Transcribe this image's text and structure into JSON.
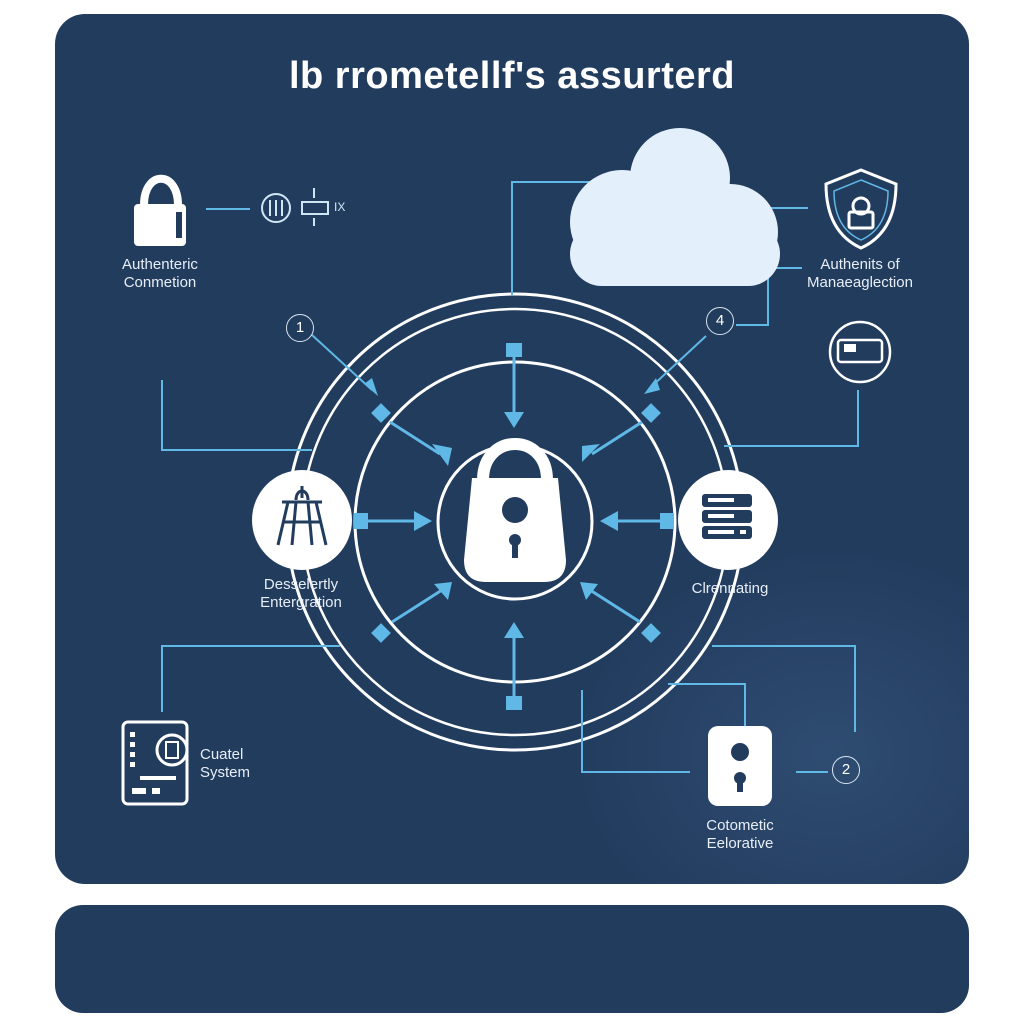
{
  "title": "lb rrometellf's assurterd",
  "nodes": {
    "top_left_label": [
      "Authenteric",
      "Conmetion"
    ],
    "top_right_label": [
      "Authenits of",
      "Manaeaglection"
    ],
    "left_label": [
      "Desselertly",
      "Entergration"
    ],
    "right_label": [
      "Clrennating"
    ],
    "bottom_left_label": [
      "Cuatel",
      "System"
    ],
    "bottom_right_label": [
      "Cotometic",
      "Eelorative"
    ]
  },
  "badges": [
    "1",
    "4",
    "2"
  ],
  "top_left_extra": "IX",
  "colors": {
    "panel": "#223c5e",
    "line": "#5fb8e6",
    "white": "#ffffff",
    "cloud": "#e3f0fb"
  }
}
